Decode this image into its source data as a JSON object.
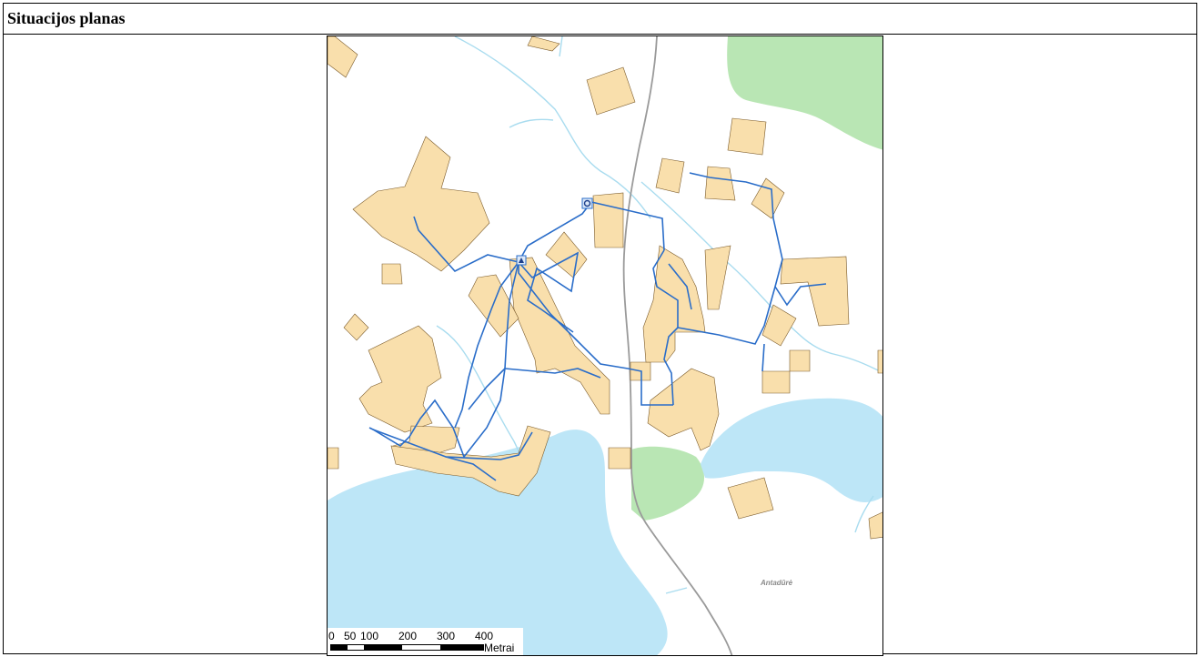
{
  "page": {
    "title": "Situacijos planas"
  },
  "map": {
    "place_label": "Antadūrė",
    "colors": {
      "building": "#f9dfac",
      "building_stroke": "#7a5a2a",
      "water": "#bde6f7",
      "forest": "#b9e6b4",
      "road": "#9a9a9a",
      "stream": "#a9dcef",
      "network": "#2a6dc9"
    },
    "icons": [
      "valve-icon",
      "station-icon"
    ],
    "scale_bar": {
      "ticks": [
        "0",
        "50",
        "100",
        "200",
        "300",
        "400"
      ],
      "unit": "Metrai"
    }
  }
}
